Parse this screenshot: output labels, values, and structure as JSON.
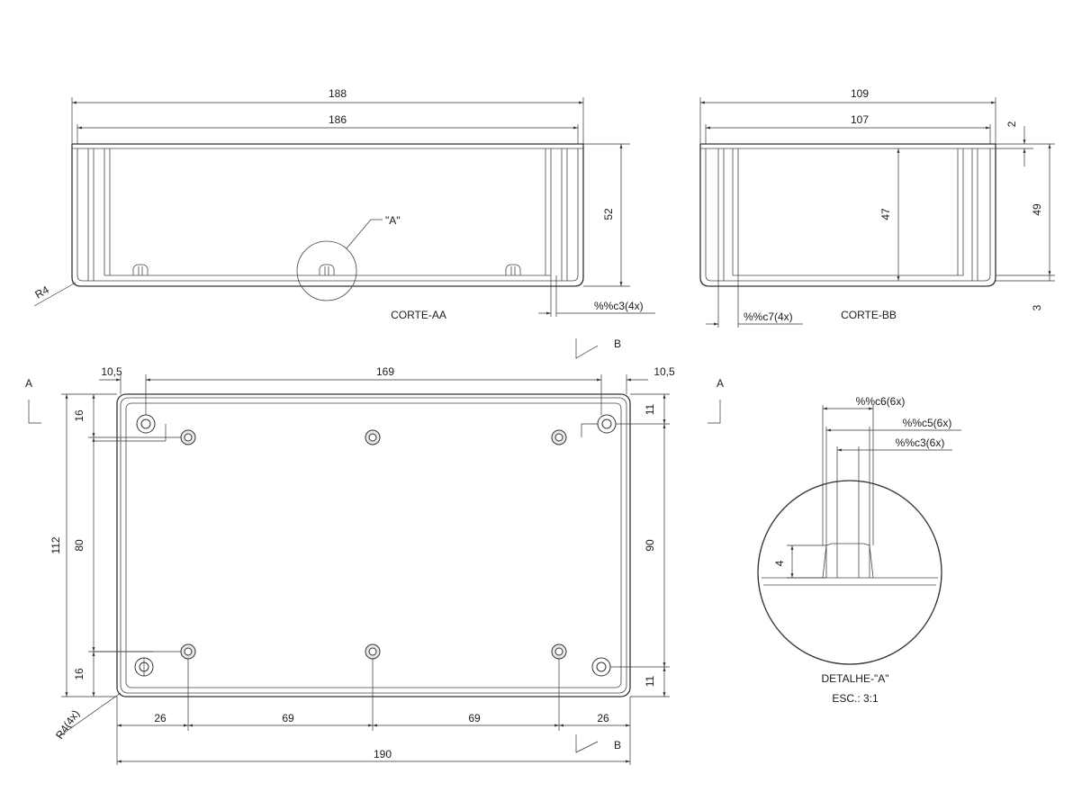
{
  "section_aa": {
    "dim_outer_width": "188",
    "dim_inner_width": "186",
    "dim_height": "52",
    "radius": "R4",
    "detail_callout": "\"A\"",
    "boss_diameter": "%%c3(4x)",
    "title": "CORTE-AA"
  },
  "section_bb": {
    "dim_outer_width": "109",
    "dim_inner_width": "107",
    "dim_top_wall": "2",
    "dim_inner_height": "47",
    "dim_outer_height": "49",
    "dim_bottom": "3",
    "post_diameter": "%%c7(4x)",
    "title": "CORTE-BB"
  },
  "section_markers": {
    "a_label": "A",
    "b_label": "B"
  },
  "plan": {
    "dim_left_offset": "10,5",
    "dim_hole_spacing": "169",
    "dim_right_offset": "10,5",
    "dim_total_height": "112",
    "dim_top_margin": "16",
    "dim_hole_pitch": "80",
    "dim_bottom_margin": "16",
    "dim_right_top": "11",
    "dim_right_inner": "90",
    "dim_right_bottom": "11",
    "corner_radius": "R4(4x)",
    "dim_bottom_left": "26",
    "dim_bottom_mid_left": "69",
    "dim_bottom_mid_right": "69",
    "dim_bottom_right": "26",
    "dim_total_width": "190"
  },
  "detail_a": {
    "dim_c6": "%%c6(6x)",
    "dim_c5": "%%c5(6x)",
    "dim_c3": "%%c3(6x)",
    "dim_height": "4",
    "title": "DETALHE-\"A\"",
    "scale": "ESC.: 3:1"
  }
}
